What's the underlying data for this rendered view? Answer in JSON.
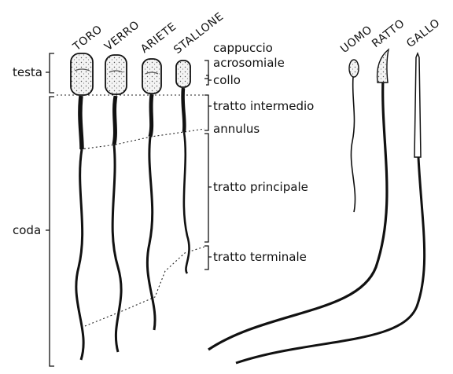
{
  "species": [
    "TORO",
    "VERRO",
    "ARIETE",
    "STALLONE",
    "UOMO",
    "RATTO",
    "GALLO"
  ],
  "regions": {
    "head": "testa",
    "tail": "coda"
  },
  "parts": {
    "acrosomal_cap_line1": "cappuccio",
    "acrosomal_cap_line2": "acrosomiale",
    "neck": "collo",
    "midpiece": "tratto intermedio",
    "annulus": "annulus",
    "principal_piece": "tratto principale",
    "end_piece": "tratto terminale"
  },
  "colors": {
    "ink": "#111111",
    "background": "#ffffff"
  }
}
